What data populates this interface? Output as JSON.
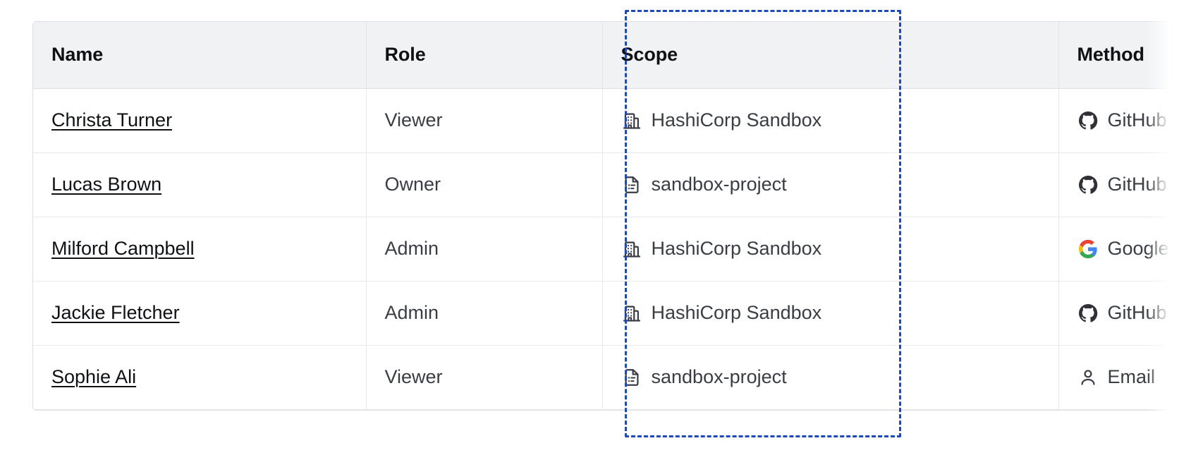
{
  "table": {
    "columns": [
      {
        "key": "name",
        "label": "Name"
      },
      {
        "key": "role",
        "label": "Role"
      },
      {
        "key": "scope",
        "label": "Scope"
      },
      {
        "key": "method",
        "label": "Method"
      }
    ],
    "rows": [
      {
        "name": "Christa Turner",
        "role": "Viewer",
        "scope": "HashiCorp Sandbox",
        "scope_icon": "organization-icon",
        "method": "GitHub",
        "method_icon": "github-icon"
      },
      {
        "name": "Lucas Brown",
        "role": "Owner",
        "scope": "sandbox-project",
        "scope_icon": "project-document-icon",
        "method": "GitHub",
        "method_icon": "github-icon"
      },
      {
        "name": "Milford Campbell",
        "role": "Admin",
        "scope": "HashiCorp Sandbox",
        "scope_icon": "organization-icon",
        "method": "Google",
        "method_icon": "google-icon"
      },
      {
        "name": "Jackie Fletcher",
        "role": "Admin",
        "scope": "HashiCorp Sandbox",
        "scope_icon": "organization-icon",
        "method": "GitHub",
        "method_icon": "github-icon"
      },
      {
        "name": "Sophie Ali",
        "role": "Viewer",
        "scope": "sandbox-project",
        "scope_icon": "project-document-icon",
        "method": "Email",
        "method_icon": "user-icon"
      }
    ]
  },
  "highlight": {
    "target_column": "Scope",
    "style": "dashed",
    "color": "#1c48c4"
  },
  "colors": {
    "header_background": "#f1f2f3",
    "header_text": "#0f1115",
    "body_text": "#3b3d45",
    "border": "#e8e9ec",
    "card_border": "#dedfe3",
    "link_text": "#0f1115",
    "highlight": "#1c48c4",
    "github_icon": "#2f3136",
    "google_blue": "#4285F4",
    "google_green": "#34A853",
    "google_yellow": "#FBBC05",
    "google_red": "#EA4335"
  }
}
